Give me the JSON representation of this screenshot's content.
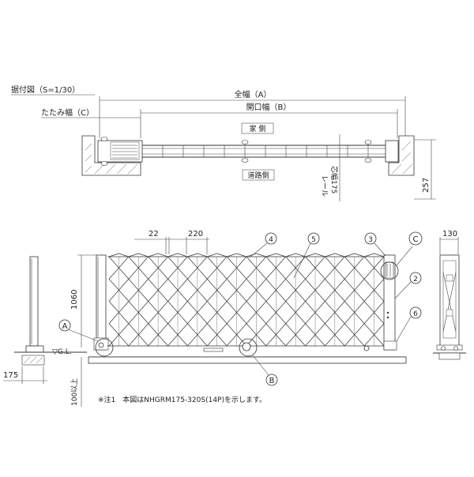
{
  "labels": {
    "install_plan": "据付図（S=1/30）",
    "fold_width": "たたみ幅（C）",
    "full_width": "全幅（A）",
    "opening_width": "開口幅（B）",
    "house_side": "家 側",
    "road_side": "道路側",
    "rail_label_1": "レール",
    "rail_label_2": "芯幅175",
    "dim_257": "257",
    "dim_22": "22",
    "dim_220": "220",
    "dim_130": "130",
    "dim_1060": "1060",
    "dim_175": "175",
    "dim_100": "100以上",
    "gl": "▽G.L.",
    "callout_a": "A",
    "callout_b": "B",
    "callout_c": "C",
    "num_2": "2",
    "num_3": "3",
    "num_4": "4",
    "num_5": "5",
    "num_6": "6",
    "note": "※注1　本図はNHGRM175-320S(14P)を示します。"
  },
  "colors": {
    "line": "#333333",
    "bg": "#ffffff"
  }
}
